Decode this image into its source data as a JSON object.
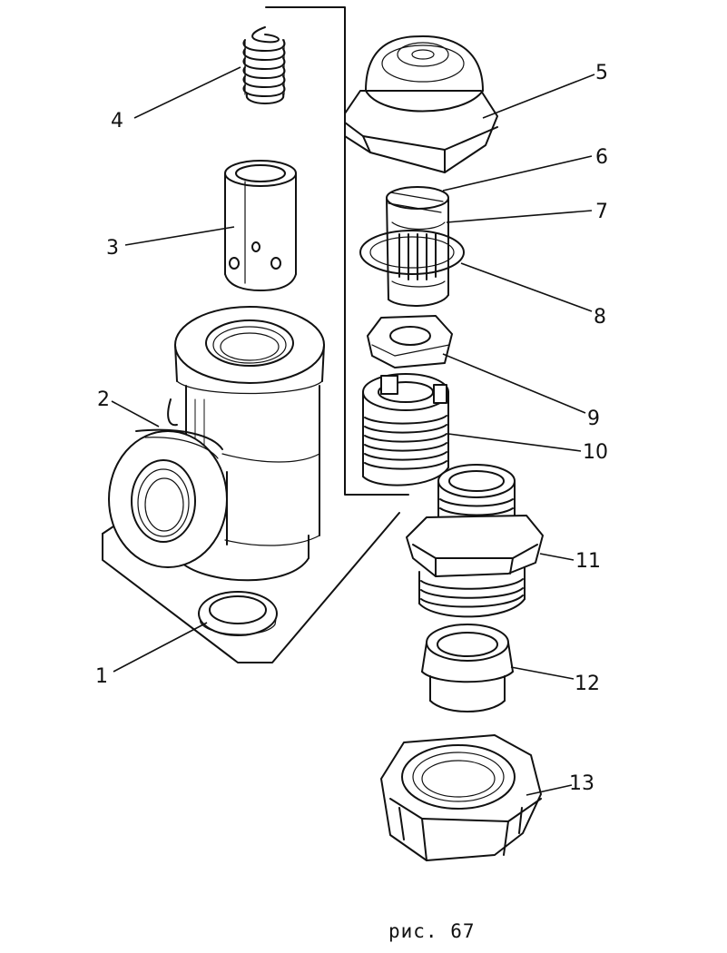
{
  "figure": {
    "caption": "рис. 67",
    "labels": [
      "1",
      "2",
      "3",
      "4",
      "5",
      "6",
      "7",
      "8",
      "9",
      "10",
      "11",
      "12",
      "13"
    ]
  }
}
